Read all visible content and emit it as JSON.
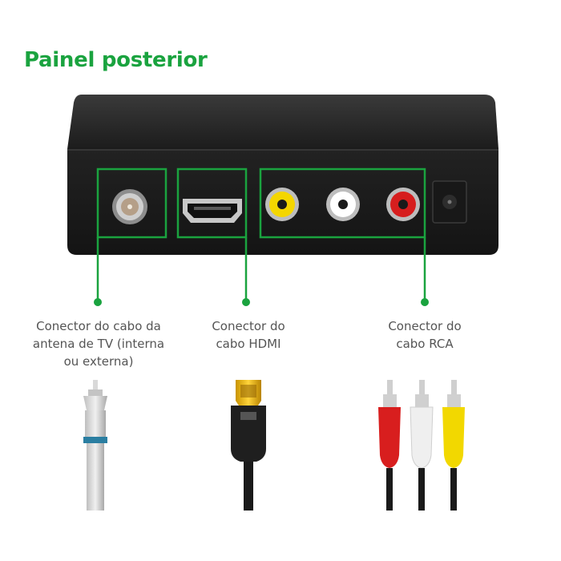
{
  "title": "Painel posterior",
  "accent_color": "#1aa33f",
  "device_color": "#242424",
  "connectors": [
    {
      "id": "antenna",
      "label_lines": [
        "Conector do cabo da",
        "antena de TV (interna",
        "ou externa)"
      ],
      "icon": "coaxial-cable-icon"
    },
    {
      "id": "hdmi",
      "label_lines": [
        "Conector do",
        "cabo HDMI"
      ],
      "icon": "hdmi-cable-icon"
    },
    {
      "id": "rca",
      "label_lines": [
        "Conector do",
        "cabo RCA"
      ],
      "icon": "rca-cable-icon"
    }
  ],
  "rca_plug_colors": [
    "#d81e1e",
    "#f2f2f2",
    "#f2d800"
  ]
}
